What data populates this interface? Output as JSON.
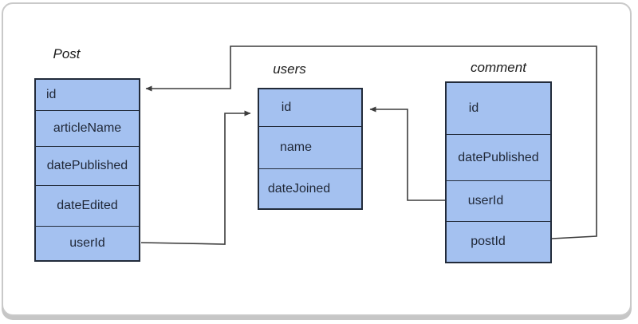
{
  "diagram": {
    "tables": [
      {
        "name": "Post",
        "fields": [
          "id",
          "articleName",
          "datePublished",
          "dateEdited",
          "userId"
        ]
      },
      {
        "name": "users",
        "fields": [
          "id",
          "name",
          "dateJoined"
        ]
      },
      {
        "name": "comment",
        "fields": [
          "id",
          "datePublished",
          "userId",
          "postId"
        ]
      }
    ],
    "relations": [
      {
        "from_table": "Post",
        "from_field": "userId",
        "to_table": "users",
        "to_field": "id"
      },
      {
        "from_table": "comment",
        "from_field": "userId",
        "to_table": "users",
        "to_field": "id"
      },
      {
        "from_table": "comment",
        "from_field": "postId",
        "to_table": "Post",
        "to_field": "id"
      }
    ],
    "colors": {
      "cell_fill": "#a4c1f0",
      "cell_border": "#222b3a",
      "connector": "#3d3d3d",
      "text": "#1f2736",
      "frame_border": "#c9c9c9"
    }
  }
}
